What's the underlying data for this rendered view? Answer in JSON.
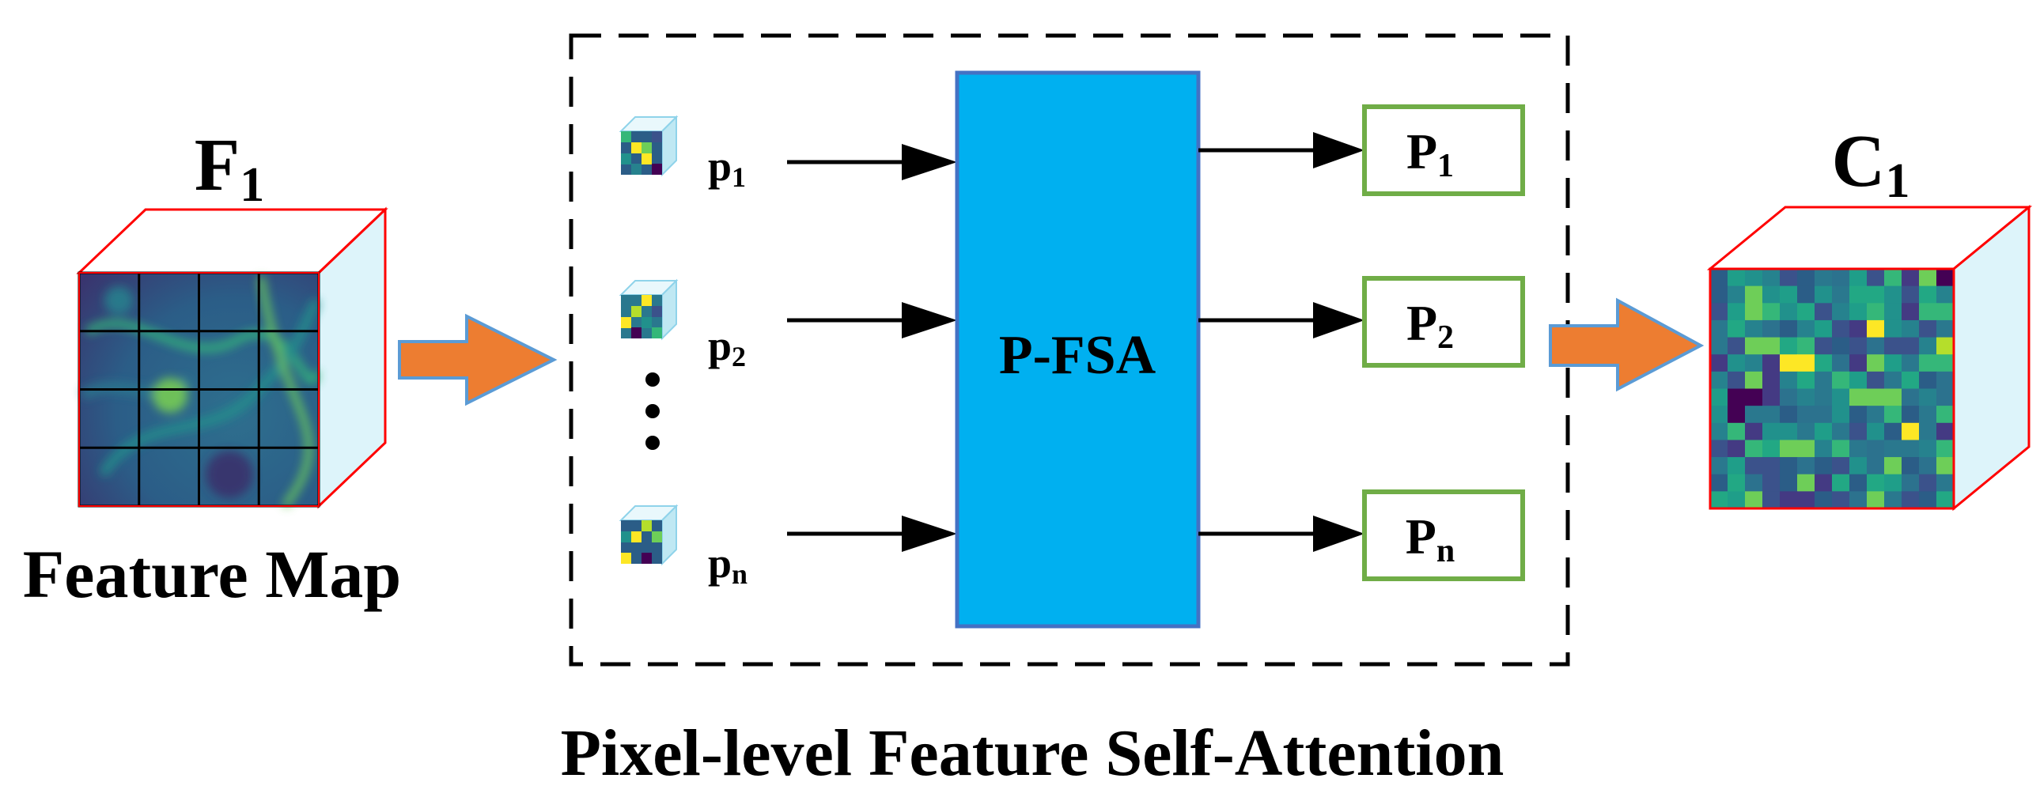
{
  "input": {
    "name": "F",
    "sub": "1",
    "caption": "Feature Map"
  },
  "output": {
    "name": "C",
    "sub": "1"
  },
  "module": {
    "block_label": "P-FSA",
    "caption": "Pixel-level Feature Self-Attention"
  },
  "patches": [
    {
      "name": "p",
      "sub": "1"
    },
    {
      "name": "p",
      "sub": "2"
    },
    {
      "name": "p",
      "sub": "n"
    }
  ],
  "outputs": [
    {
      "name": "P",
      "sub": "1"
    },
    {
      "name": "P",
      "sub": "2"
    },
    {
      "name": "P",
      "sub": "n"
    }
  ],
  "colors": {
    "block_fill": "#00B0F0",
    "block_border": "#4472C4",
    "output_box_border": "#70AD47",
    "big_arrow": "#ED7D31",
    "big_arrow_border": "#5B9BD5",
    "cube_edge": "#FF0000",
    "cube_side": "#DDF4FA"
  }
}
